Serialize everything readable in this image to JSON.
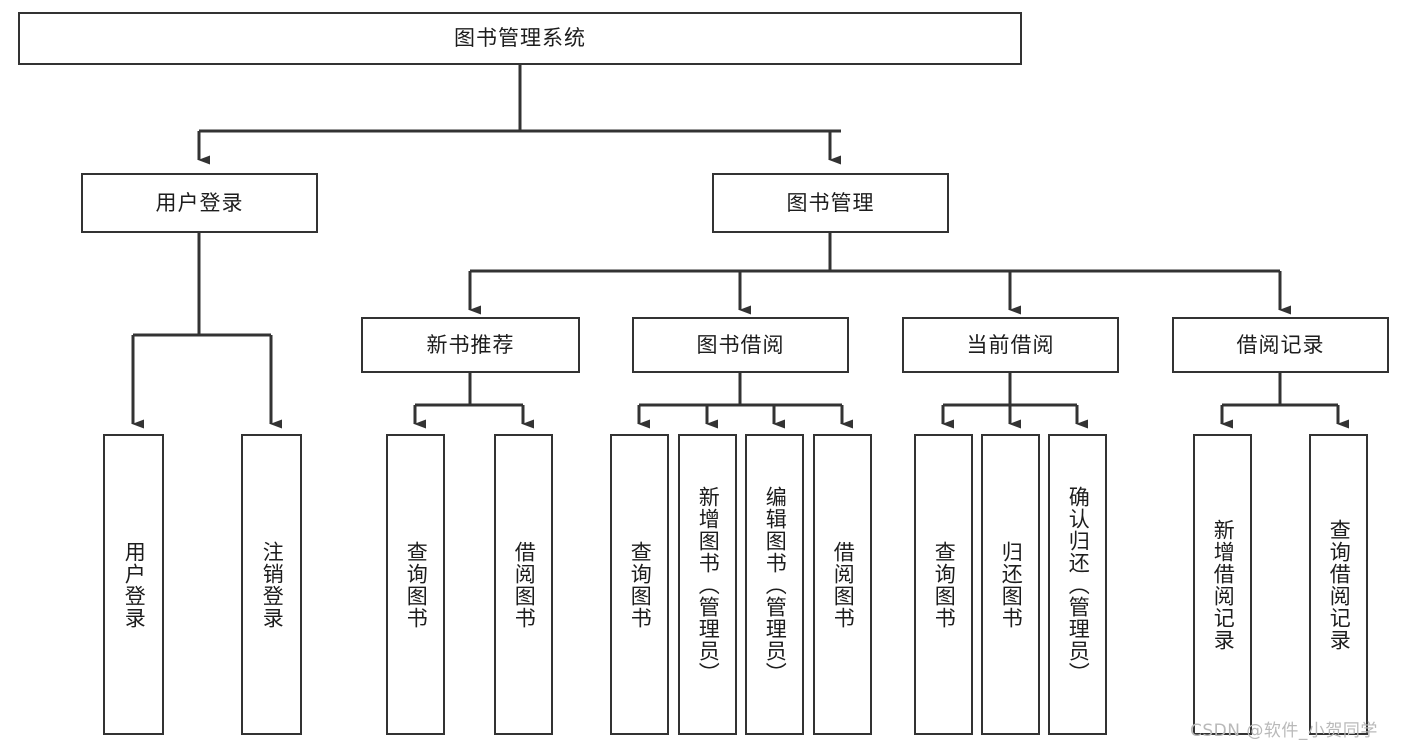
{
  "diagram": {
    "title": "图书管理系统",
    "watermark": "CSDN @软件_小贺同学",
    "colors": {
      "border": "#333333",
      "fill": "#ffffff",
      "text": "#1d1d1d",
      "connector": "#333333",
      "watermark": "#b9b9b9"
    },
    "root": {
      "label": "图书管理系统"
    },
    "level2": [
      {
        "label": "用户登录"
      },
      {
        "label": "图书管理"
      }
    ],
    "level3": [
      {
        "label": "新书推荐"
      },
      {
        "label": "图书借阅"
      },
      {
        "label": "当前借阅"
      },
      {
        "label": "借阅记录"
      }
    ],
    "leaves": {
      "user_login": [
        {
          "label": "用户登录"
        },
        {
          "label": "注销登录"
        }
      ],
      "new_book_recommend": [
        {
          "label": "查询图书"
        },
        {
          "label": "借阅图书"
        }
      ],
      "book_borrow": [
        {
          "label": "查询图书"
        },
        {
          "label": "新增图书（管理员）"
        },
        {
          "label": "编辑图书（管理员）"
        },
        {
          "label": "借阅图书"
        }
      ],
      "current_borrow": [
        {
          "label": "查询图书"
        },
        {
          "label": "归还图书"
        },
        {
          "label": "确认归还（管理员）"
        }
      ],
      "borrow_record": [
        {
          "label": "新增借阅记录"
        },
        {
          "label": "查询借阅记录"
        }
      ]
    }
  }
}
